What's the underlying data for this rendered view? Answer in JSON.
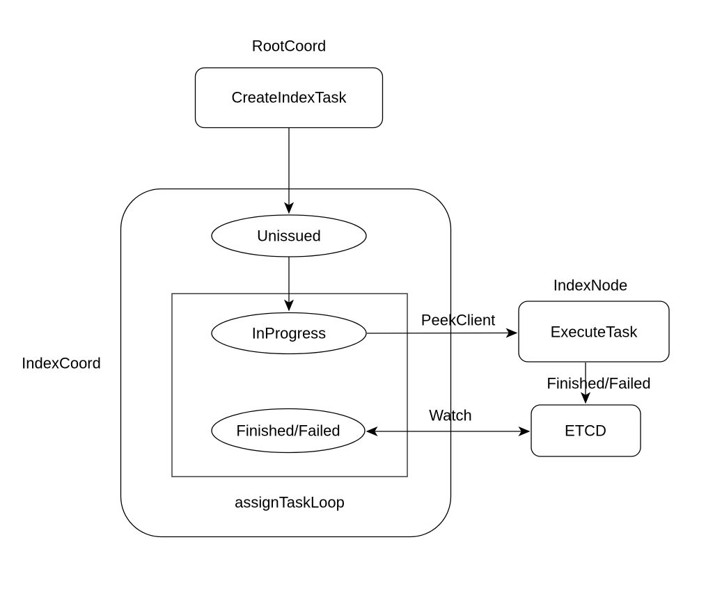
{
  "diagram": {
    "background": "#ffffff",
    "stroke_color": "#000000",
    "inner_box_stroke": "#3c3c3c",
    "text_color": "#000000",
    "lanes": {
      "root_coord": "RootCoord",
      "index_coord": "IndexCoord",
      "index_node": "IndexNode",
      "assign_task_loop": "assignTaskLoop"
    },
    "nodes": {
      "create_index_task": "CreateIndexTask",
      "unissued": "Unissued",
      "in_progress": "InProgress",
      "finished_failed": "Finished/Failed",
      "execute_task": "ExecuteTask",
      "etcd": "ETCD"
    },
    "edges": {
      "peek_client": "PeekClient",
      "watch": "Watch",
      "finished_failed": "Finished/Failed"
    }
  }
}
